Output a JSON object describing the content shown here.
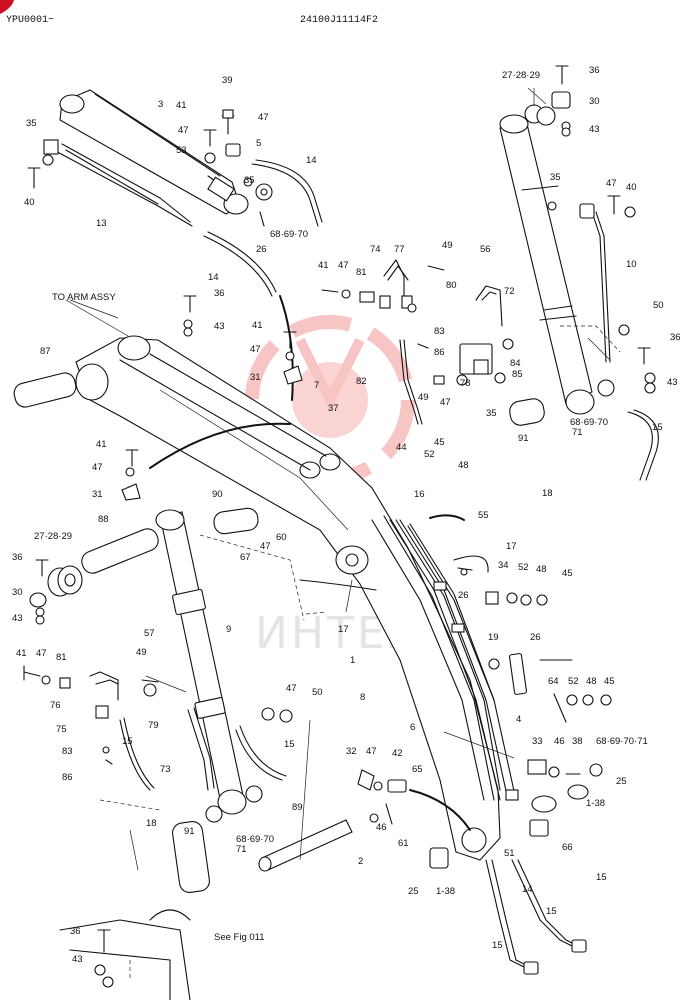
{
  "header": {
    "left_code": "YPU0001~",
    "drawing_number": "24100J11114F2"
  },
  "notes": {
    "to_arm_assy": "TO ARM ASSY",
    "see_fig": "See Fig 011"
  },
  "watermark": {
    "text": "ИНТЕХ",
    "color": "#f08080"
  },
  "callouts": [
    "36",
    "27·28·29",
    "30",
    "43",
    "35",
    "40",
    "47",
    "10",
    "56",
    "50",
    "36",
    "43",
    "15",
    "68·69·70",
    "71",
    "91",
    "18",
    "39",
    "41",
    "47",
    "3",
    "53",
    "5",
    "35",
    "47",
    "40",
    "13",
    "14",
    "68·69·70",
    "26",
    "14",
    "35",
    "36",
    "43",
    "41",
    "47",
    "31",
    "87",
    "7",
    "37",
    "74",
    "77",
    "49",
    "41",
    "47",
    "81",
    "80",
    "72",
    "83",
    "86",
    "84",
    "82",
    "78",
    "85",
    "49",
    "47",
    "35",
    "41",
    "47",
    "31",
    "44",
    "45",
    "48",
    "52",
    "90",
    "16",
    "55",
    "88",
    "27·28·29",
    "36",
    "30",
    "43",
    "60",
    "47",
    "67",
    "17",
    "26",
    "17",
    "34",
    "52",
    "48",
    "45",
    "57",
    "9",
    "41",
    "47",
    "81",
    "49",
    "76",
    "75",
    "79",
    "83",
    "86",
    "15",
    "73",
    "47",
    "50",
    "15",
    "1",
    "8",
    "19",
    "26",
    "64",
    "52",
    "48",
    "45",
    "6",
    "4",
    "33",
    "46",
    "38",
    "68·69·70·71",
    "25",
    "32",
    "47",
    "42",
    "65",
    "18",
    "68·69·70",
    "71",
    "89",
    "46",
    "61",
    "2",
    "91",
    "1-38",
    "66",
    "51",
    "25",
    "1-38",
    "15",
    "14",
    "15",
    "15",
    "36",
    "43"
  ]
}
